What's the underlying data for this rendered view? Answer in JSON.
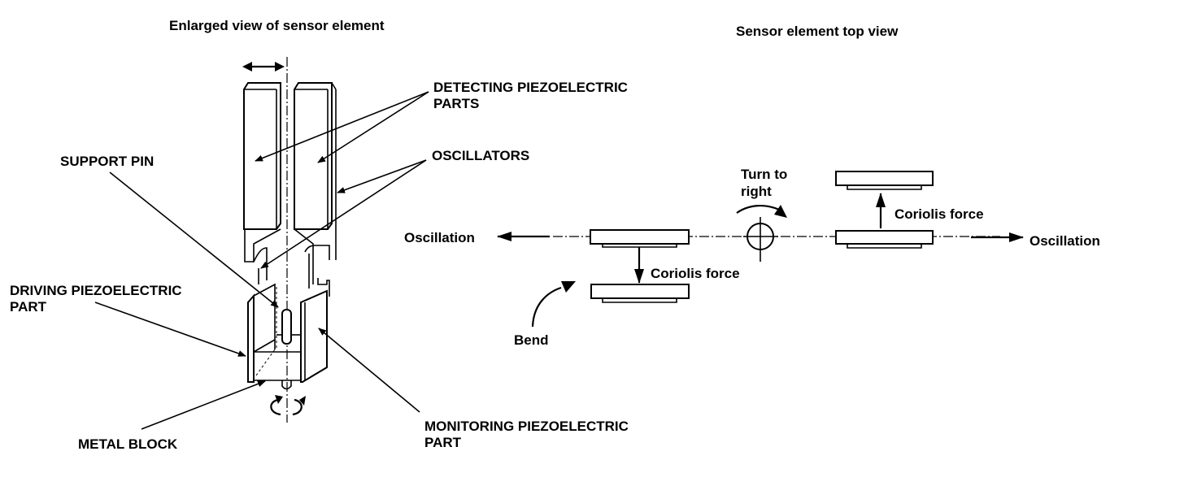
{
  "left_panel": {
    "title": "Enlarged view of sensor element",
    "labels": {
      "detecting_line1": "DETECTING PIEZOELECTRIC",
      "detecting_line2": "PARTS",
      "oscillators": "OSCILLATORS",
      "support_pin": "SUPPORT PIN",
      "driving_line1": "DRIVING PIEZOELECTRIC",
      "driving_line2": "PART",
      "metal_block": "METAL BLOCK",
      "monitoring_line1": "MONITORING PIEZOELECTRIC",
      "monitoring_line2": "PART"
    }
  },
  "right_panel": {
    "title": "Sensor element top view",
    "labels": {
      "oscillation_left": "Oscillation",
      "oscillation_right": "Oscillation",
      "turn_line1": "Turn to",
      "turn_line2": "right",
      "coriolis_left": "Coriolis force",
      "coriolis_right": "Coriolis force",
      "bend": "Bend"
    }
  },
  "colors": {
    "ink": "#000000",
    "background": "#ffffff"
  }
}
